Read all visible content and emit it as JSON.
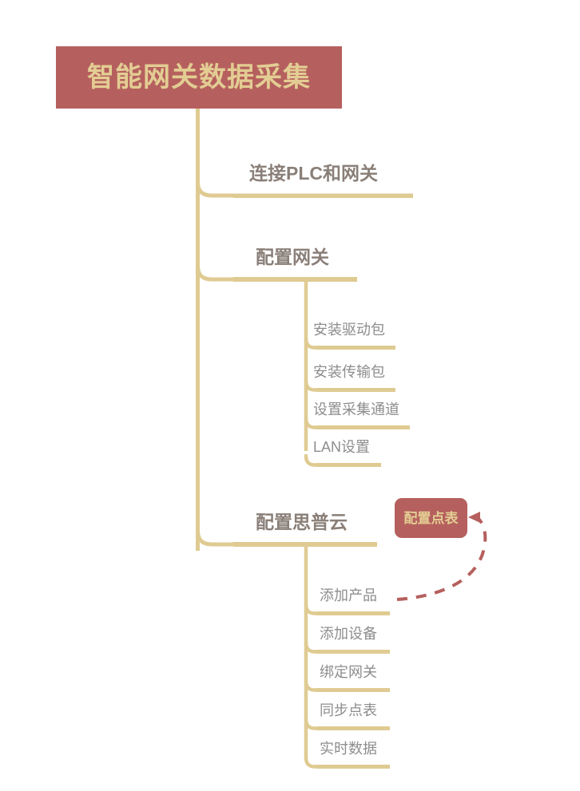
{
  "diagram": {
    "type": "mindmap",
    "title": "智能网关数据采集",
    "colors": {
      "node_fill": "#b5605e",
      "node_text": "#e3cd93",
      "branch_line": "#dfcb92",
      "level2_text": "#8a7f78",
      "level3_text": "#8d8d8d",
      "annotation": "#b5605e",
      "background": "#ffffff"
    },
    "root": {
      "label": "智能网关数据采集"
    },
    "branches": [
      {
        "label": "连接PLC和网关",
        "children": []
      },
      {
        "label": "配置网关",
        "children": [
          {
            "label": "安装驱动包"
          },
          {
            "label": "安装传输包"
          },
          {
            "label": "设置采集通道"
          },
          {
            "label": "LAN设置"
          }
        ]
      },
      {
        "label": "配置思普云",
        "children": [
          {
            "label": "添加产品"
          },
          {
            "label": "添加设备"
          },
          {
            "label": "绑定网关"
          },
          {
            "label": "同步点表"
          },
          {
            "label": "实时数据"
          }
        ]
      }
    ],
    "annotation": {
      "label": "配置点表",
      "points_to": "添加产品",
      "arrow_style": "dashed-curved-arrow"
    }
  }
}
